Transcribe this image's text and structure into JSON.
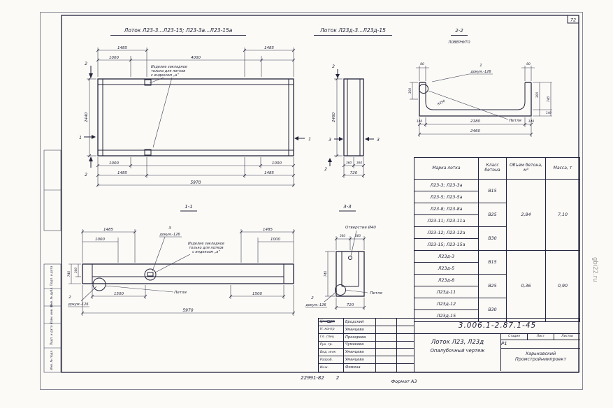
{
  "page": {
    "number": "72",
    "format": "Формат А3",
    "inv": "22991-82",
    "inv2": "2",
    "watermark": "gbi22.ru"
  },
  "margin_boxes": [
    "Подп. и дата",
    "Инв. № дубл.",
    "Взам. инв. №",
    "Подп. и дата",
    "Инв. № подл."
  ],
  "titles": {
    "left": "Лоток Л23-3...Л23-15; Л23-3а...Л23-15а",
    "middle": "Лоток Л23д-3...Л23д-15",
    "s22": "2-2",
    "povernuto": "ПОВЕРНУТО",
    "s11": "1-1",
    "s33": "3-3"
  },
  "plan": {
    "t1485l": "1485",
    "t1485r": "1485",
    "t1000": "1000",
    "t4000": "4000",
    "v2440": "2440",
    "b1000l": "1000",
    "b1000r": "1000",
    "b1485l": "1485",
    "b1485r": "1485",
    "b5970": "5970",
    "m2t": "2",
    "m2b": "2",
    "m1l": "1",
    "m1r": "1",
    "note1": "Изделие закладное",
    "note2": "только для лотков",
    "note3": "с индексом „а“"
  },
  "end_view": {
    "v2460": "2460",
    "b360l": "360",
    "b360r": "360",
    "b720": "720",
    "m2t": "2",
    "m2b": "2",
    "m3l": "3",
    "m3r": "3"
  },
  "s22": {
    "t80l": "80",
    "t80r": "80",
    "c1": "1",
    "c1doc": "докум.-126",
    "l300": "300",
    "r250": "R250",
    "r300": "300",
    "r740": "740",
    "r140": "140",
    "b140l": "140",
    "b2180": "2180",
    "b140r": "140",
    "b2460": "2460",
    "petlya": "Петля"
  },
  "s11": {
    "t1485l": "1485",
    "t1000l": "1000",
    "t1000r": "1000",
    "t1485r": "1485",
    "c3": "3",
    "c3doc": "докум.-126",
    "note1": "Изделие закладное",
    "note2": "только для лотков",
    "note3": "с индексом „а“",
    "l740": "740",
    "l300": "300",
    "c2": "2",
    "c2doc": "докум.-126",
    "b1500l": "1500",
    "b1500r": "1500",
    "b5970": "5970",
    "petlya": "Петля"
  },
  "s33": {
    "hole": "Отверстие Ø40",
    "t360l": "360",
    "t360r": "360",
    "l740": "740",
    "b720": "720",
    "c2": "2",
    "c2doc": "докум.-126",
    "petlya": "Петля"
  },
  "table": {
    "headers": [
      "Марка лотка",
      "Класс бетона",
      "Объем бетона, м³",
      "Масса, т"
    ],
    "marks": [
      "Л23-3; Л23-3а",
      "Л23-5; Л23-5а",
      "Л23-8; Л23-8а",
      "Л23-11; Л23-11а",
      "Л23-12; Л23-12а",
      "Л23-15; Л23-15а",
      "Л23д-3",
      "Л23д-5",
      "Л23д-8",
      "Л23д-11",
      "Л23д-12",
      "Л23д-15"
    ],
    "classes": [
      "В15",
      "В25",
      "В30",
      "В15",
      "В25",
      "В30"
    ],
    "groups": [
      {
        "volume": "2,84",
        "mass": "7,10"
      },
      {
        "volume": "0,36",
        "mass": "0,90"
      }
    ]
  },
  "tb": {
    "doc": "3.006.1-2.87.1-45",
    "product": "Лоток Л23, Л23д",
    "doctype": "Опалубочный чертеж",
    "h_stage": "Стадия",
    "h_sheet": "Лист",
    "h_sheets": "Листов",
    "stage": "Р",
    "sheet": "1",
    "sheets": "",
    "org1": "Харьковский",
    "org2": "Промстройниипроект",
    "rows": [
      {
        "role": "Нач. отд",
        "name": "Бродский"
      },
      {
        "role": "Н. контр",
        "name": "Уманцева"
      },
      {
        "role": "Гл. спец",
        "name": "Прохорова"
      },
      {
        "role": "Рук. гр.",
        "name": "Чумакова"
      },
      {
        "role": "Вед. инж",
        "name": "Уманцева"
      },
      {
        "role": "Разраб.",
        "name": "Уманцева"
      },
      {
        "role": "Инж.",
        "name": "Фомина"
      }
    ]
  }
}
